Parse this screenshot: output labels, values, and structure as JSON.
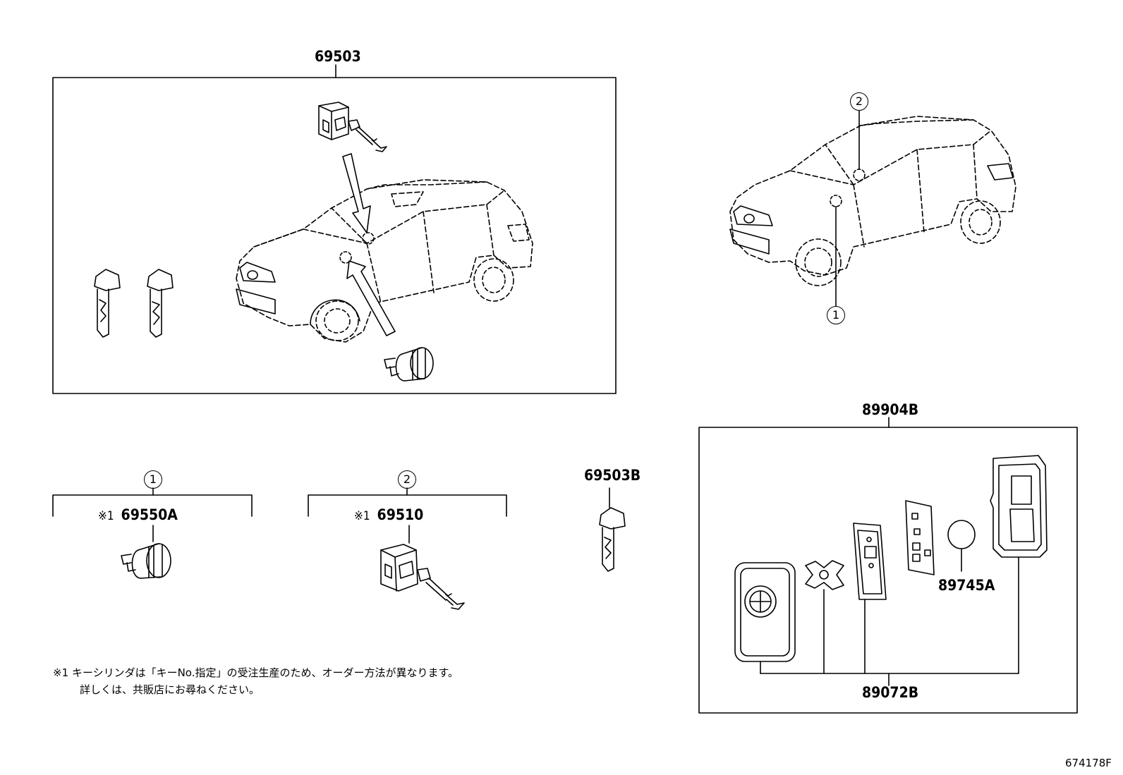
{
  "labels": {
    "box_main": "69503",
    "box_remote": "89904B",
    "part_cylinder": "69550A",
    "part_switch": "69510",
    "part_key": "69503B",
    "part_battery": "89745A",
    "part_case": "89072B",
    "diagram_id": "674178F"
  },
  "callouts": {
    "one": "1",
    "two": "2"
  },
  "marks": {
    "asterisk_1": "※1",
    "asterisk_1b": "※1"
  },
  "note": {
    "line1": "※1  キーシリンダは「キーNo.指定」の受注生産のため、オーダー方法が異なります。",
    "line2": "詳しくは、共販店にお尋ねください。"
  }
}
